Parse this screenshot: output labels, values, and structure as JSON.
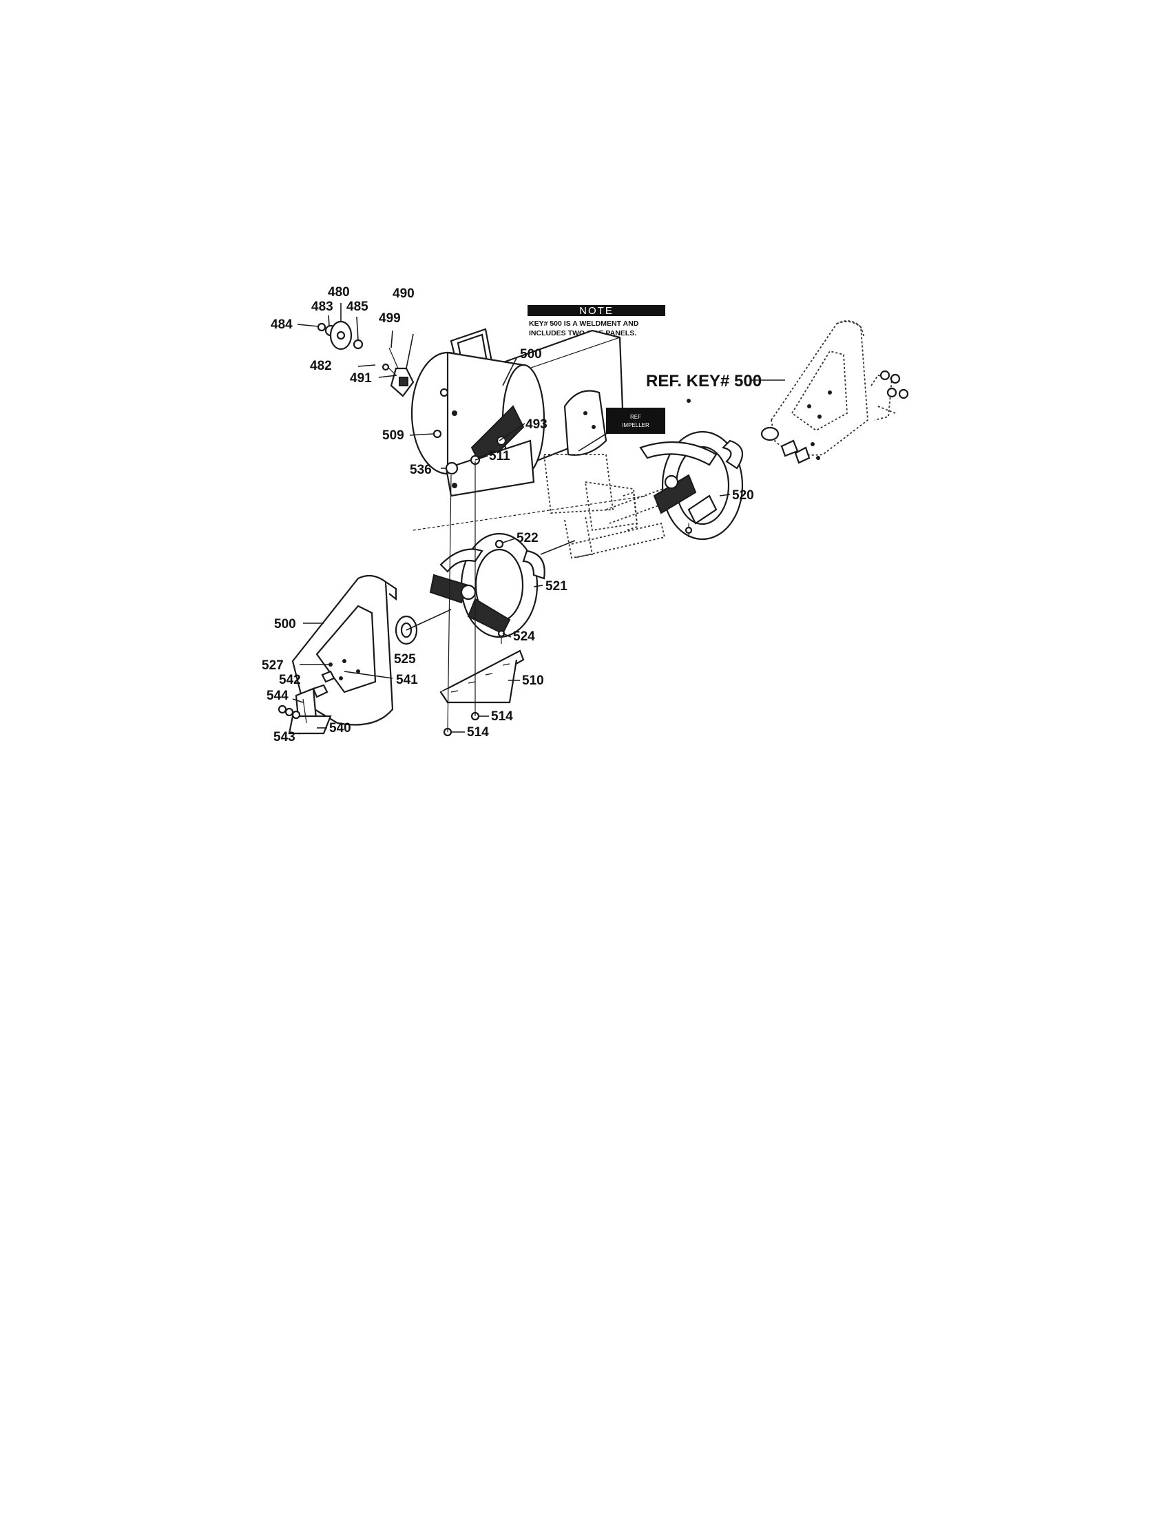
{
  "note": {
    "heading": "NOTE",
    "line1": "KEY# 500 IS A WELDMENT AND",
    "line2": "INCLUDES TWO SIDE PANELS."
  },
  "ref_key_label": "REF. KEY# 500",
  "callouts": {
    "c480": "480",
    "c483": "483",
    "c485": "485",
    "c484": "484",
    "c490": "490",
    "c499": "499",
    "c482": "482",
    "c491": "491",
    "c500_top": "500",
    "c493": "493",
    "c509": "509",
    "c511": "511",
    "c536": "536",
    "c520": "520",
    "c522": "522",
    "c521": "521",
    "c524": "524",
    "c500_left": "500",
    "c525": "525",
    "c527": "527",
    "c542": "542",
    "c541": "541",
    "c544": "544",
    "c510": "510",
    "c514_a": "514",
    "c514_b": "514",
    "c543": "543",
    "c540": "540"
  }
}
